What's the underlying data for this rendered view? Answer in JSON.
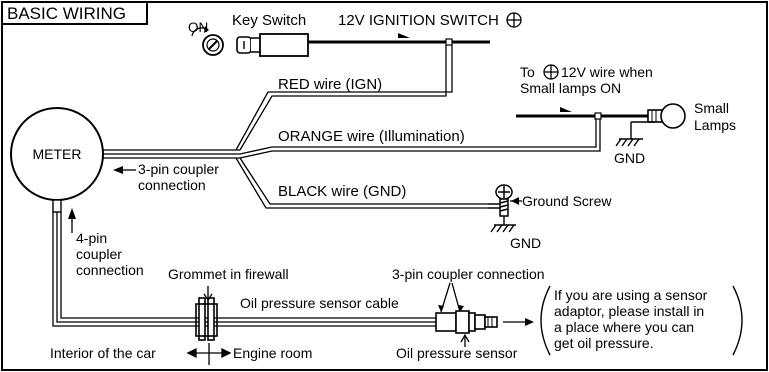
{
  "title": "BASIC WIRING",
  "labels": {
    "on": "ON",
    "key_switch": "Key Switch",
    "ignition": "12V  IGNITION SWITCH",
    "red_wire": "RED wire (IGN)",
    "to_12v_line1": "To",
    "to_12v_line1b": "12V wire when",
    "to_12v_line2": "Small lamps ON",
    "small_lamps_line1": "Small",
    "small_lamps_line2": "Lamps",
    "gnd_lamps": "GND",
    "meter": "METER",
    "orange_wire": "ORANGE wire (Illumination)",
    "coupler3_line1": "3-pin coupler",
    "coupler3_line2": "connection",
    "black_wire": "BLACK wire (GND)",
    "ground_screw": "Ground Screw",
    "gnd_screw": "GND",
    "coupler4_line1": "4-pin",
    "coupler4_line2": "coupler",
    "coupler4_line3": "connection",
    "grommet": "Grommet in firewall",
    "coupler3b": "3-pin coupler connection",
    "oil_cable": "Oil pressure sensor cable",
    "interior": "Interior of the car",
    "engine_room": "Engine room",
    "oil_sensor": "Oil pressure sensor",
    "note_line1": "If you are using a sensor",
    "note_line2": "adaptor, please install in",
    "note_line3": "a place where you can",
    "note_line4": "get oil pressure."
  },
  "icons": [
    "key-switch-icon",
    "key-icon",
    "plus-circle-icon",
    "lamp-bulb-icon",
    "ground-symbol-icon",
    "ground-screw-icon",
    "grommet-icon",
    "oil-pressure-sensor-icon",
    "double-arrow-icon"
  ]
}
